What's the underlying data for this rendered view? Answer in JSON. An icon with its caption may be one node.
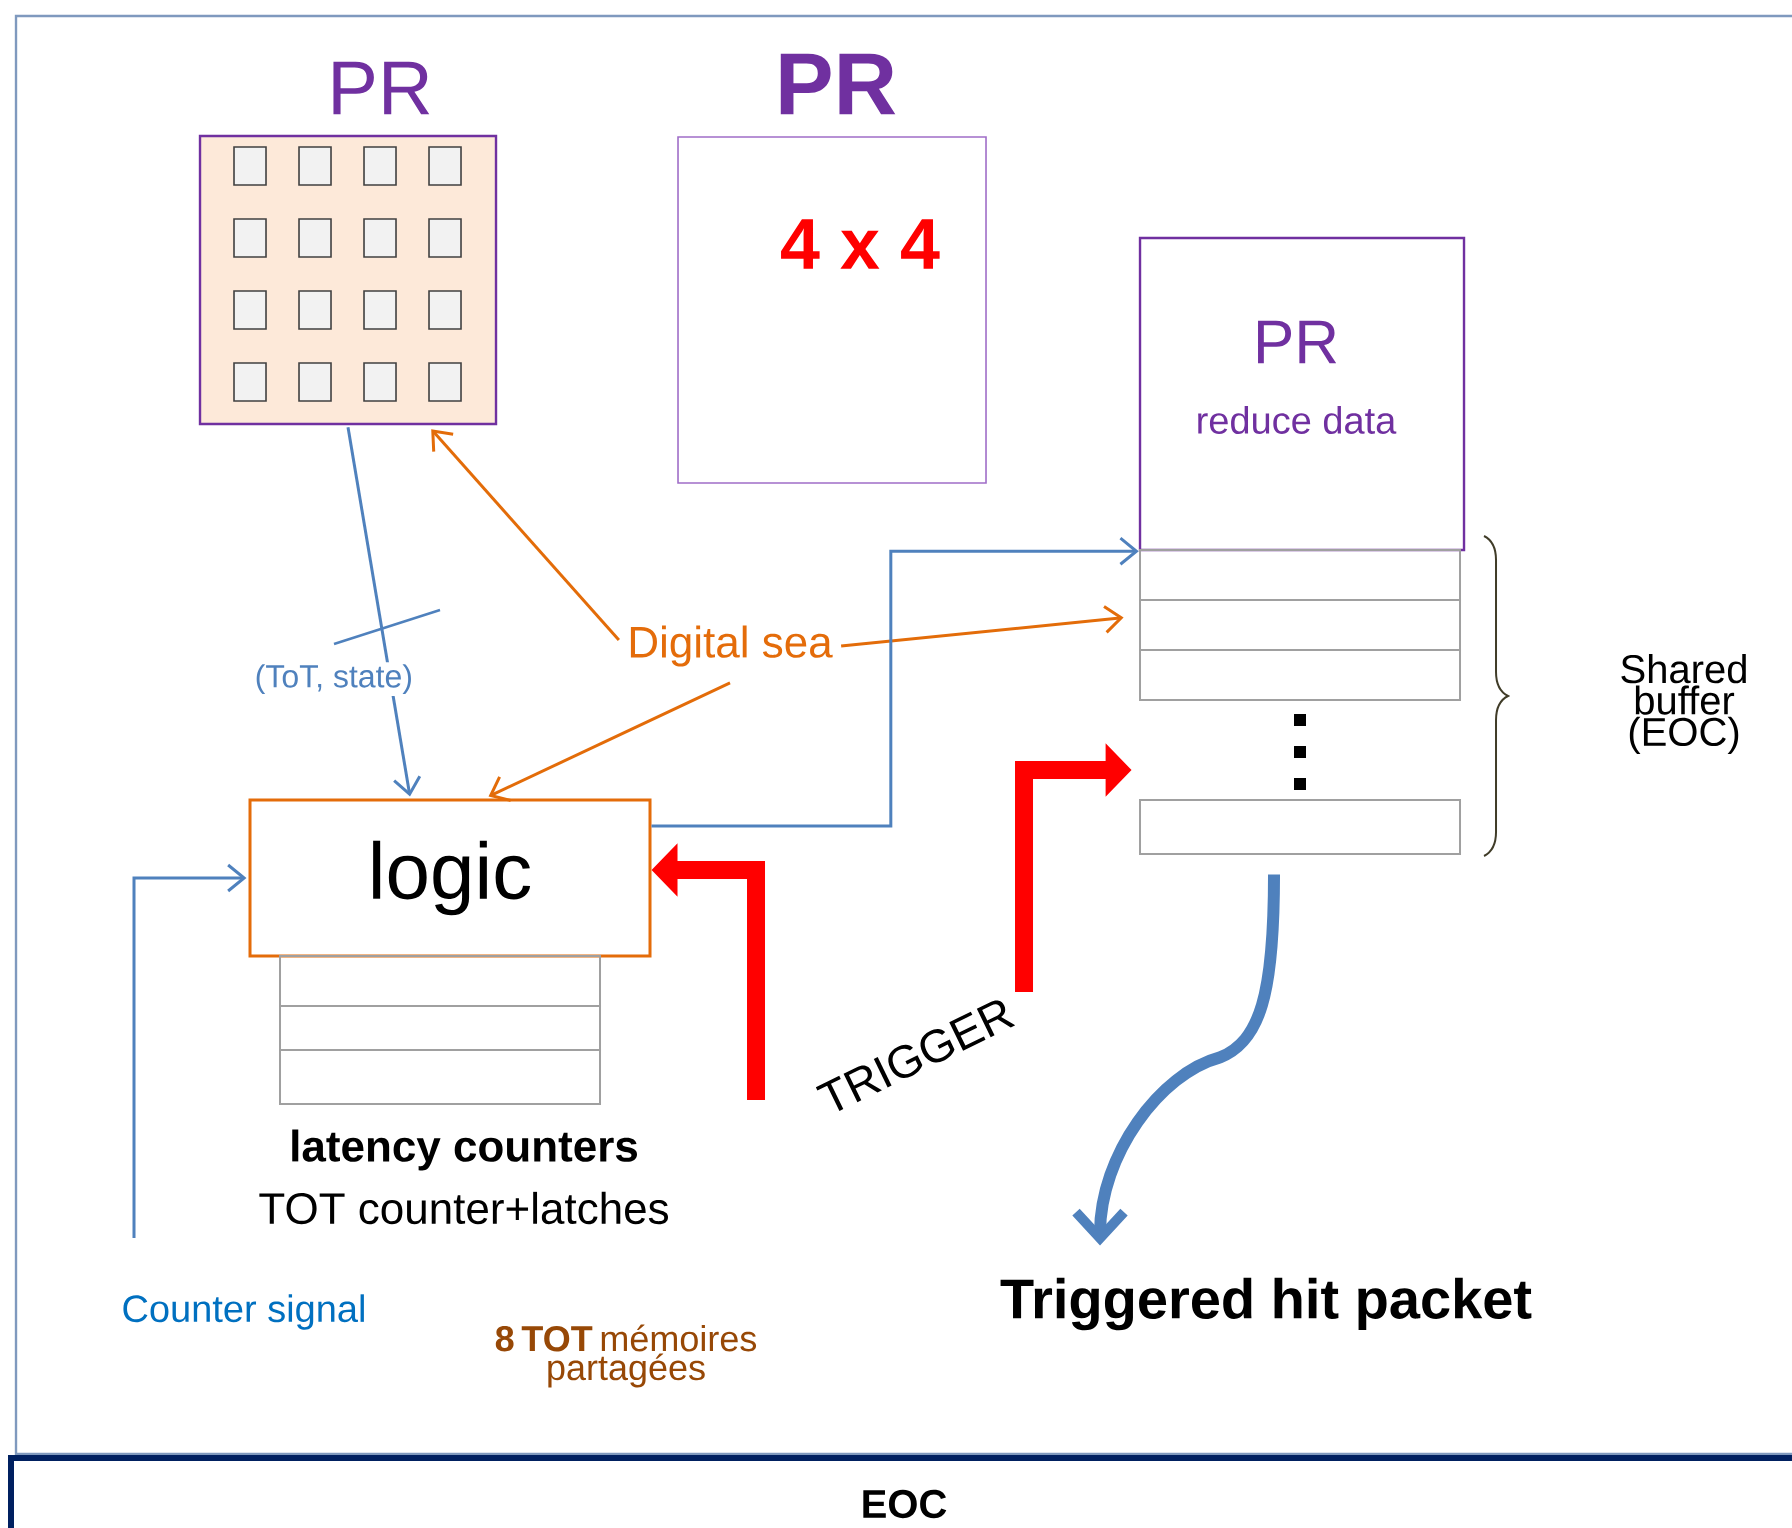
{
  "diagram": {
    "nodes": [
      {
        "text": [
          "PR"
        ]
      },
      {
        "text": [
          "PR",
          "4 x 4"
        ]
      },
      {
        "text": [
          "PR",
          "reduce data"
        ]
      },
      {
        "text": [],
        "shape": "box",
        "beside": [
          "Shared buffer (EOC)"
        ]
      },
      {
        "text": [
          "Digital sea"
        ]
      },
      {
        "text": [
          "logic"
        ]
      },
      {
        "text": [],
        "shape": "box",
        "beside": [
          "latency counters",
          "TOT counter+latches"
        ]
      },
      {
        "text": [
          "Counter signal"
        ]
      },
      {
        "text": [
          "TRIGGER"
        ]
      },
      {
        "text": [
          "Triggered hit packet"
        ]
      },
      {
        "text": [
          "EOC"
        ]
      }
    ],
    "edges": [
      {
        "from": 0,
        "to": 5,
        "arrow": "to",
        "label": "(ToT, state)",
        "color": "#4f81bd"
      },
      {
        "from": 4,
        "to": 0,
        "arrow": "to",
        "color": "#e36c09"
      },
      {
        "from": 4,
        "to": 5,
        "arrow": "to",
        "color": "#e36c09"
      },
      {
        "from": 4,
        "to": 3,
        "arrow": "to",
        "color": "#e36c09"
      },
      {
        "from": 5,
        "to": 2,
        "arrow": "to",
        "color": "#4f81bd"
      },
      {
        "from": 7,
        "to": 5,
        "arrow": "to",
        "color": "#4f81bd"
      },
      {
        "from": 8,
        "to": 5,
        "arrow": "to",
        "style": "thick",
        "color": "#ff0000"
      },
      {
        "from": 8,
        "to": 3,
        "arrow": "to",
        "style": "thick",
        "color": "#ff0000"
      },
      {
        "from": 3,
        "to": 9,
        "arrow": "to",
        "style": "thick",
        "color": "#4f81bd"
      }
    ],
    "labels": [
      "**8 TOT** mémoires partagées"
    ]
  }
}
